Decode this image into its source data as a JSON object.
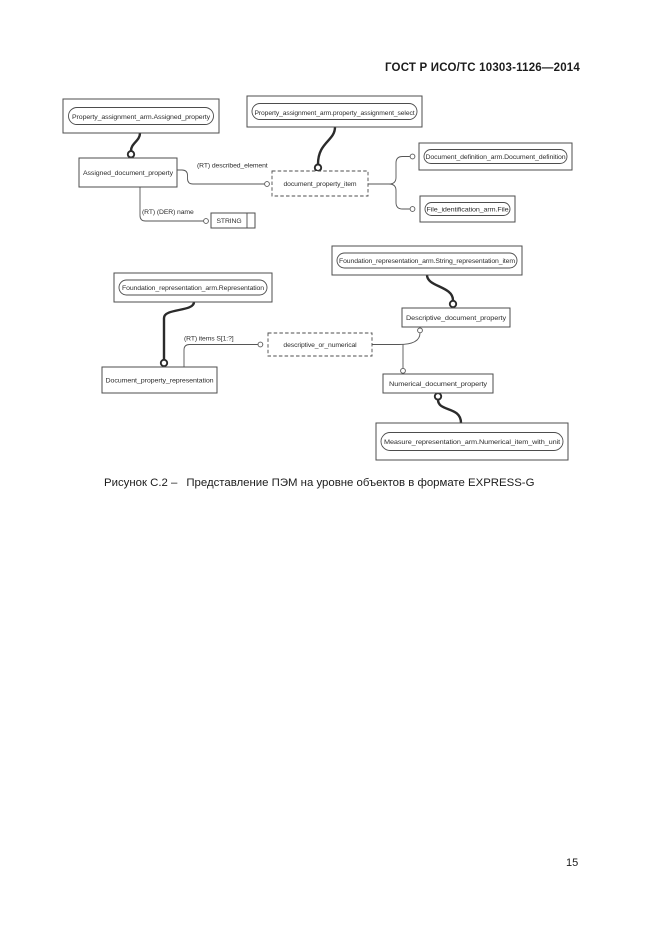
{
  "header": {
    "standard_ref": "ГОСТ Р ИСО/ТС 10303-1126—2014"
  },
  "figure_caption": {
    "label": "Рисунок С.2 –",
    "text": "Представление ПЭМ на уровне объектов в формате EXPRESS-G"
  },
  "page": {
    "number": "15"
  },
  "diagram": {
    "notation": "EXPRESS-G",
    "nodes": [
      {
        "id": "n1",
        "type": "interschema-ref",
        "label": "Property_assignment_arm.Assigned_property"
      },
      {
        "id": "n2",
        "type": "interschema-ref",
        "label": "Property_assignment_arm.property_assignment_select"
      },
      {
        "id": "n3",
        "type": "entity",
        "label": "Assigned_document_property"
      },
      {
        "id": "n4",
        "type": "select-type",
        "label": "document_property_item"
      },
      {
        "id": "n5",
        "type": "interschema-ref",
        "label": "Document_definition_arm.Document_definition"
      },
      {
        "id": "n6",
        "type": "interschema-ref",
        "label": "File_identification_arm.File"
      },
      {
        "id": "n7",
        "type": "simple-type",
        "label": "STRING"
      },
      {
        "id": "n8",
        "type": "interschema-ref",
        "label": "Foundation_representation_arm.String_representation_item"
      },
      {
        "id": "n9",
        "type": "interschema-ref",
        "label": "Foundation_representation_arm.Representation"
      },
      {
        "id": "n10",
        "type": "entity",
        "label": "Descriptive_document_property"
      },
      {
        "id": "n11",
        "type": "select-type",
        "label": "descriptive_or_numerical"
      },
      {
        "id": "n12",
        "type": "entity",
        "label": "Document_property_representation"
      },
      {
        "id": "n13",
        "type": "entity",
        "label": "Numerical_document_property"
      },
      {
        "id": "n14",
        "type": "interschema-ref",
        "label": "Measure_representation_arm.Numerical_item_with_unit"
      }
    ],
    "edge_labels": [
      {
        "text": "(RT) described_element"
      },
      {
        "text": "(RT) (DER) name"
      },
      {
        "text": "(RT) items S[1:?]"
      }
    ]
  }
}
